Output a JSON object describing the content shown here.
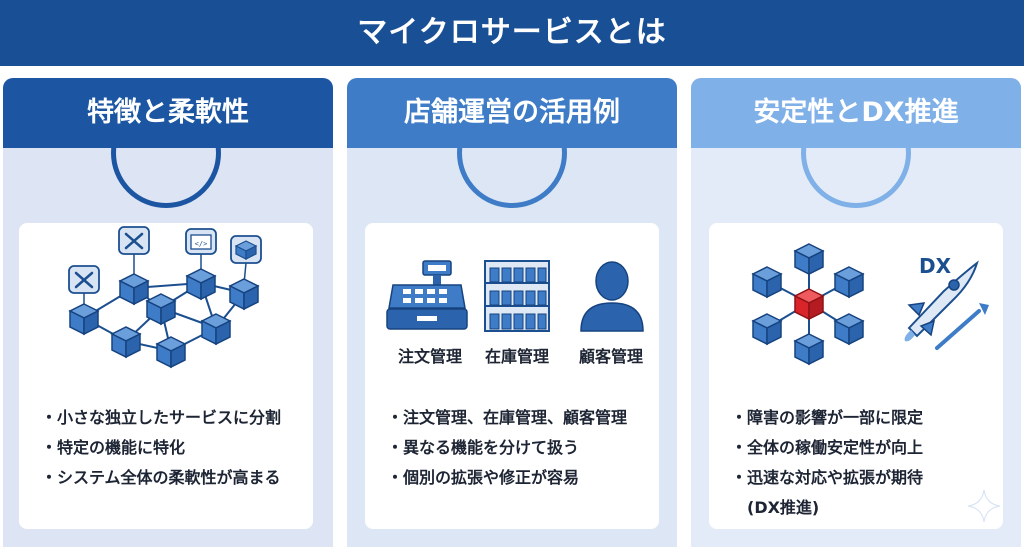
{
  "title": "マイクロサービスとは",
  "cards": [
    {
      "heading": "特徴と柔軟性",
      "bullets": [
        "小さな独立したサービスに分割",
        "特定の機能に特化",
        "システム全体の柔軟性が高まる"
      ],
      "icons": [
        "wrench-screwdriver-icon",
        "code-window-icon",
        "package-icon",
        "cube-icon"
      ]
    },
    {
      "heading": "店舗運営の活用例",
      "labels": [
        "注文管理",
        "在庫管理",
        "顧客管理"
      ],
      "bullets": [
        "注文管理、在庫管理、顧客管理",
        "異なる機能を分けて扱う",
        "個別の拡張や修正が容易"
      ],
      "icons": [
        "cash-register-icon",
        "shelf-icon",
        "customer-icon"
      ]
    },
    {
      "heading": "安定性とDX推進",
      "badge": "DX",
      "bullets": [
        "障害の影響が一部に限定",
        "全体の稼働安定性が向上",
        "迅速な対応や拡張が期待",
        "(DX推進)"
      ],
      "icons": [
        "cube-network-icon",
        "rocket-icon",
        "sparkle-icon"
      ]
    }
  ],
  "colors": {
    "banner": "#184f95",
    "header1": "#1c56a3",
    "header2": "#3f7cc7",
    "header3": "#7fb0e7",
    "cube": "#3f7cc7",
    "cube_alert": "#d9252a"
  }
}
